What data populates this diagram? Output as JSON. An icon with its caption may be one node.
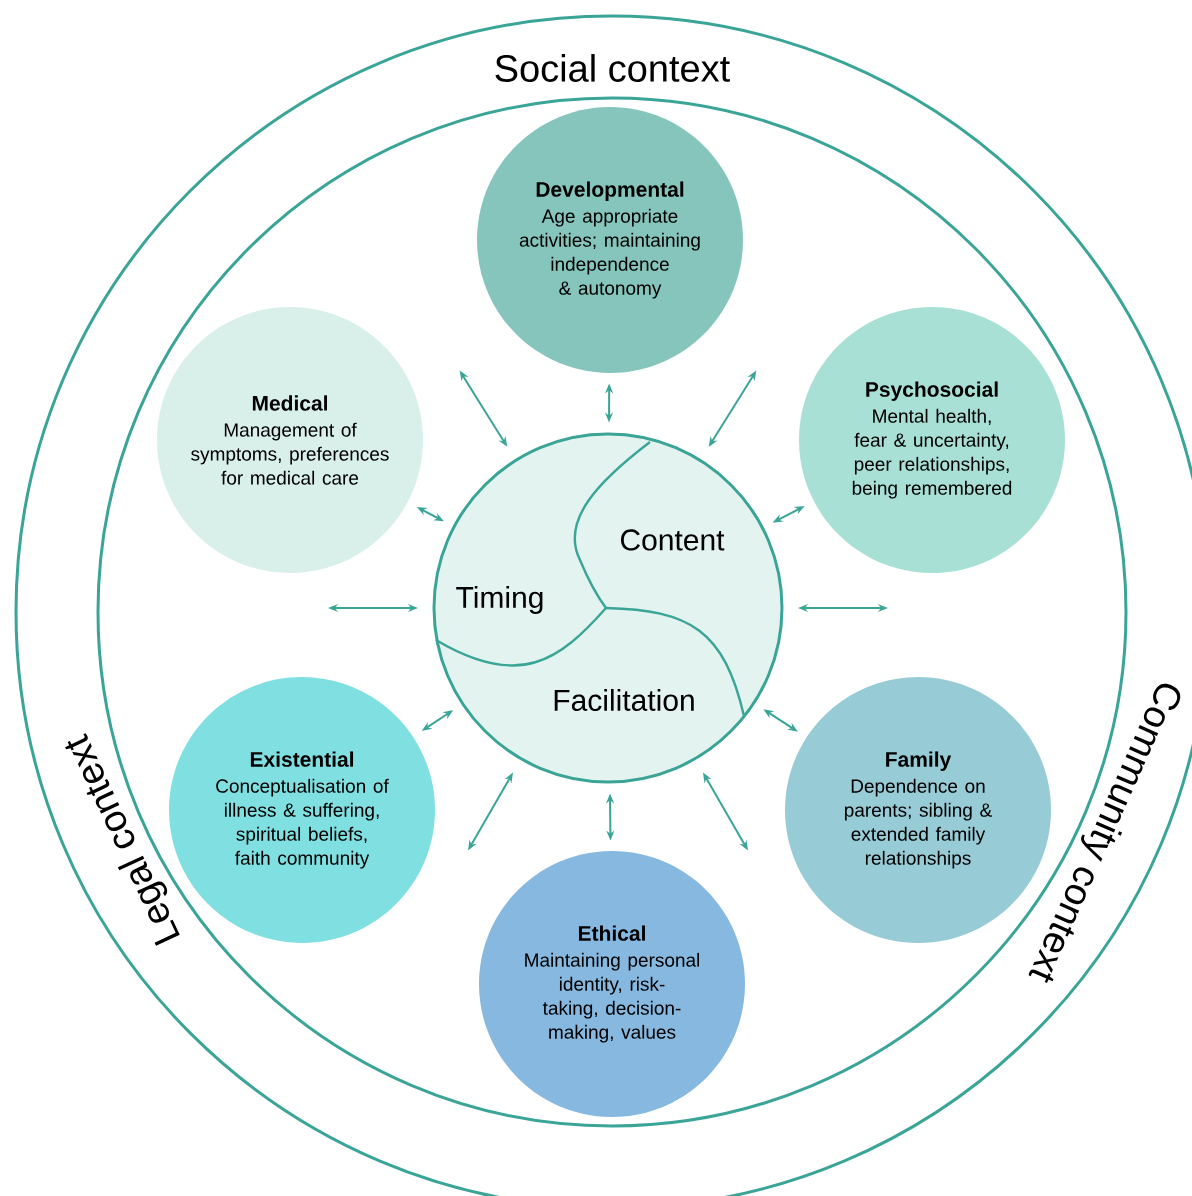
{
  "diagram": {
    "nodes": [
      {
        "text": [
          "Social context",
          "Community context",
          "Legal context"
        ]
      },
      {
        "text": [
          "Developmental",
          "Age appropriate activities; maintaining independence & autonomy"
        ],
        "in": 0
      },
      {
        "text": [
          "Medical",
          "Management of symptoms, preferences for medical care"
        ],
        "in": 0
      },
      {
        "text": [
          "Psychosocial",
          "Mental health, fear & uncertainty, peer relationships, being remembered"
        ],
        "in": 0
      },
      {
        "text": [
          "Timing",
          "Content",
          "Facilitation"
        ],
        "in": 0
      },
      {
        "text": [
          "Existential",
          "Conceptualisation of illness & suffering, spiritual beliefs, faith community"
        ],
        "in": 0
      },
      {
        "text": [
          "Family",
          "Dependence on parents; sibling & extended family relationships"
        ],
        "in": 0
      },
      {
        "text": [
          "Ethical",
          "Maintaining personal identity, risk-taking, decision-making, values"
        ],
        "in": 0
      }
    ],
    "edges": [
      {
        "from": 4,
        "to": 1,
        "arrow": "both"
      },
      {
        "from": 4,
        "to": null,
        "arrow": "both"
      },
      {
        "from": 4,
        "to": 3,
        "arrow": "both"
      },
      {
        "from": 4,
        "to": null,
        "arrow": "both"
      },
      {
        "from": 4,
        "to": 6,
        "arrow": "both"
      },
      {
        "from": 4,
        "to": null,
        "arrow": "both"
      },
      {
        "from": 4,
        "to": 7,
        "arrow": "both"
      },
      {
        "from": 4,
        "to": null,
        "arrow": "both"
      },
      {
        "from": 4,
        "to": 5,
        "arrow": "both"
      },
      {
        "from": 4,
        "to": null,
        "arrow": "both"
      },
      {
        "from": 4,
        "to": 2,
        "arrow": "both"
      },
      {
        "from": 4,
        "to": null,
        "arrow": "both"
      }
    ]
  }
}
